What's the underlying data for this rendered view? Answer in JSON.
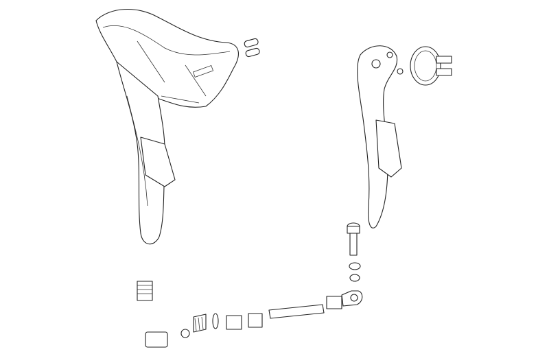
{
  "diagram": {
    "type": "exploded-parts-drawing",
    "line_color": "#222222",
    "background": "#ffffff",
    "parts": [
      "shift-lever-hood",
      "hood-pins",
      "brake-lever-blade",
      "lever-clamp",
      "pivot-bolt",
      "washers",
      "threaded-fitting",
      "hose-barb",
      "hose-tube",
      "hose-nut",
      "banjo-fitting",
      "bleed-port-assembly"
    ]
  }
}
